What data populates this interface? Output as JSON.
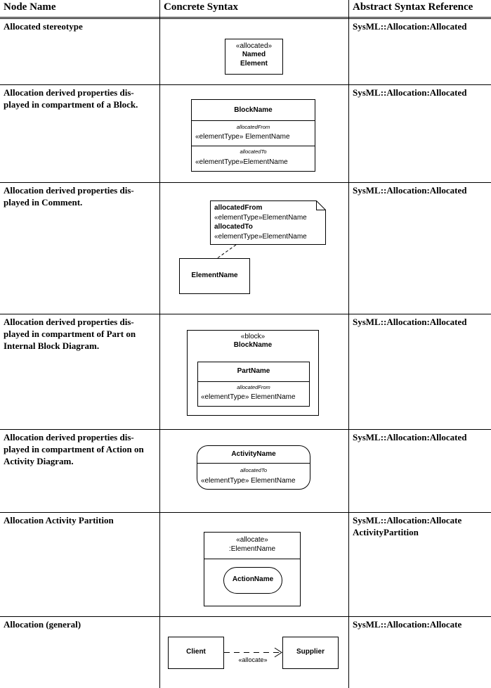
{
  "headers": {
    "node_name": "Node Name",
    "concrete_syntax": "Concrete Syntax",
    "abstract_syntax": "Abstract Syntax Reference"
  },
  "rows": [
    {
      "node_name": "Allocated stereotype",
      "reference": "SysML::Allocation:Allocated",
      "diagram": {
        "stereo": "«allocated»",
        "line1": "Named",
        "line2": "Element"
      }
    },
    {
      "node_name": "Allocation derived properties dis-played in compartment of a Block.",
      "node_name_lines": [
        "Allocation derived properties dis-",
        "played in compartment of a Block."
      ],
      "reference": "SysML::Allocation:Allocated",
      "diagram": {
        "title": "BlockName",
        "comp1_label": "allocatedFrom",
        "comp1_value": "«elementType» ElementName",
        "comp2_label": "allocatedTo",
        "comp2_value": "«elementType»ElementName"
      }
    },
    {
      "node_name_lines": [
        "Allocation derived properties dis-",
        "played in Comment."
      ],
      "reference": "SysML::Allocation:Allocated",
      "diagram": {
        "from_label": "allocatedFrom",
        "from_value": "«elementType»ElementName",
        "to_label": "allocatedTo",
        "to_value": "«elementType»ElementName",
        "element": "ElementName"
      }
    },
    {
      "node_name_lines": [
        "Allocation derived properties dis-",
        "played in compartment of Part on",
        "Internal Block Diagram."
      ],
      "reference": "SysML::Allocation:Allocated",
      "diagram": {
        "stereo": "«block»",
        "block": "BlockName",
        "part": "PartName",
        "label": "allocatedFrom",
        "value": "«elementType» ElementName"
      }
    },
    {
      "node_name_lines": [
        "Allocation derived properties dis-",
        "played in compartment of Action on",
        "Activity Diagram."
      ],
      "reference": "SysML::Allocation:Allocated",
      "diagram": {
        "title": "ActivityName",
        "label": "allocatedTo",
        "value": "«elementType» ElementName"
      }
    },
    {
      "node_name": "Allocation Activity Partition",
      "reference_lines": [
        "SysML::Allocation:Allocate",
        "ActivityPartition"
      ],
      "diagram": {
        "stereo": "«allocate»",
        "name": ":ElementName",
        "action": "ActionName"
      }
    },
    {
      "node_name": "Allocation (general)",
      "reference": "SysML::Allocation:Allocate",
      "diagram": {
        "client": "Client",
        "supplier": "Supplier",
        "edge": "«allocate»"
      }
    }
  ]
}
